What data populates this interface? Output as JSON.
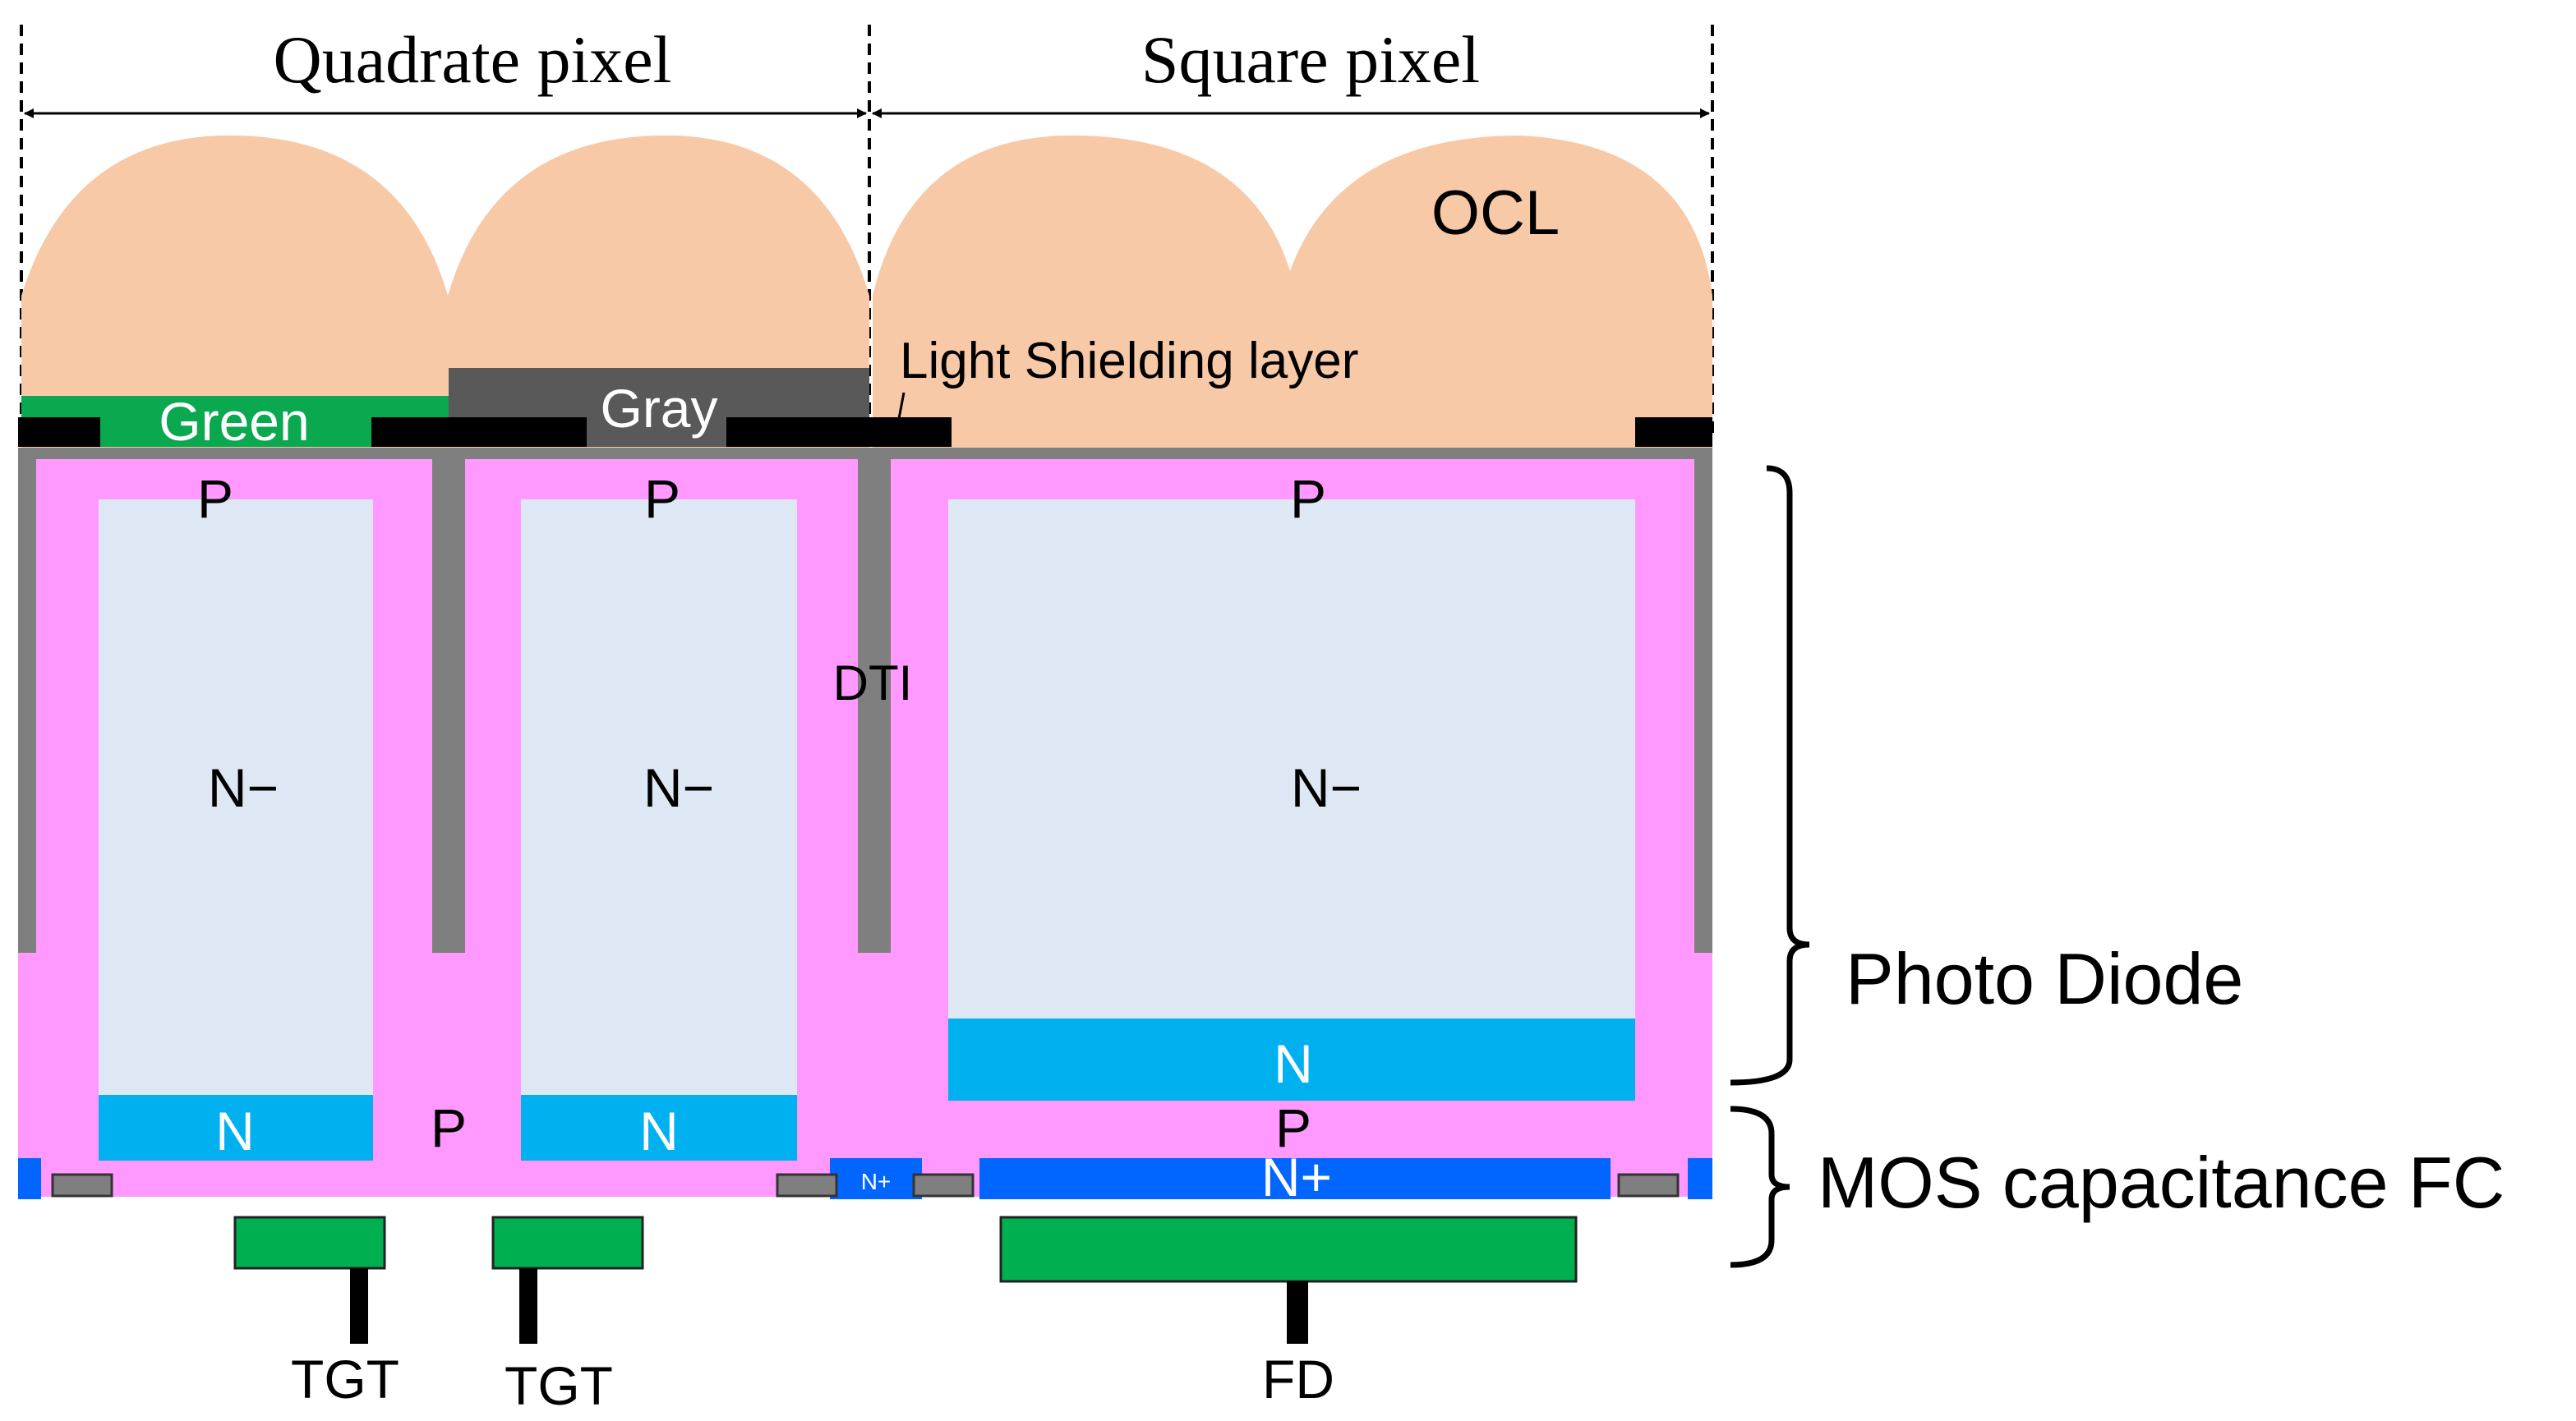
{
  "header": {
    "quadrate_label": "Quadrate pixel",
    "square_label": "Square pixel"
  },
  "lens": {
    "label": "OCL"
  },
  "filters": {
    "green_label": "Green",
    "gray_label": "Gray"
  },
  "shield": {
    "label": "Light Shielding layer"
  },
  "regions": {
    "p_label": "P",
    "n_minus_label": "N−",
    "n_label": "N",
    "n_plus_label": "N+",
    "dti_label": "DTI"
  },
  "gates": {
    "tgt_label": "TGT",
    "fd_label": "FD"
  },
  "brackets": {
    "photodiode_label": "Photo Diode",
    "mos_label": "MOS capacitance FC"
  },
  "colors": {
    "lens": "#f7c9a6",
    "green_filter": "#0aa84f",
    "gray_filter": "#595959",
    "shield": "#000000",
    "p_region": "#ff99ff",
    "n_minus": "#dde8f4",
    "n_region": "#00b0ef",
    "n_plus": "#0066ff",
    "dti": "#7f7f7f",
    "gate": "#00b050"
  }
}
